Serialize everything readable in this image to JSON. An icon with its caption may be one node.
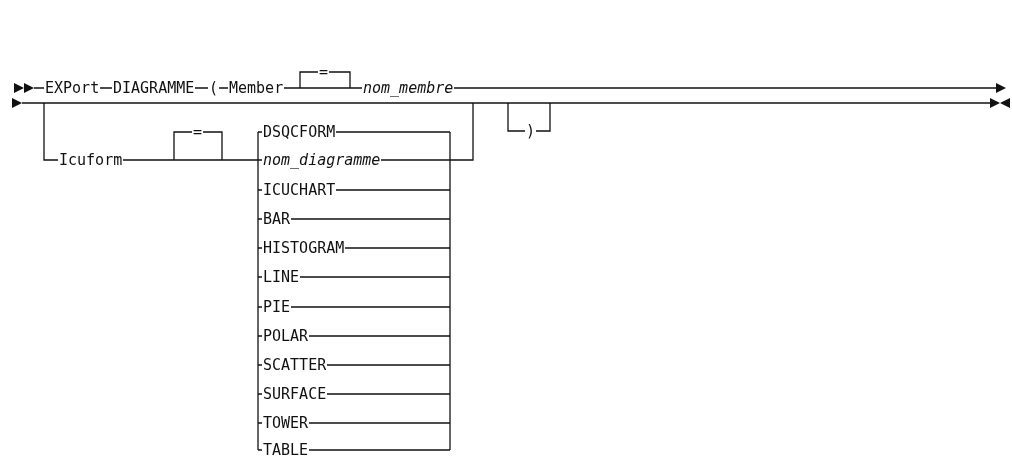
{
  "diagram": {
    "labels": [
      "EXPort",
      "DIAGRAMME",
      "(",
      "Member",
      "=",
      "nom_membre",
      "Icuform",
      "=",
      "DSQCFORM",
      "nom_diagramme",
      "ICUCHART",
      "BAR",
      "HISTOGRAM",
      "LINE",
      "PIE",
      "POLAR",
      "SCATTER",
      "SURFACE",
      "TOWER",
      "TABLE",
      ")"
    ]
  }
}
